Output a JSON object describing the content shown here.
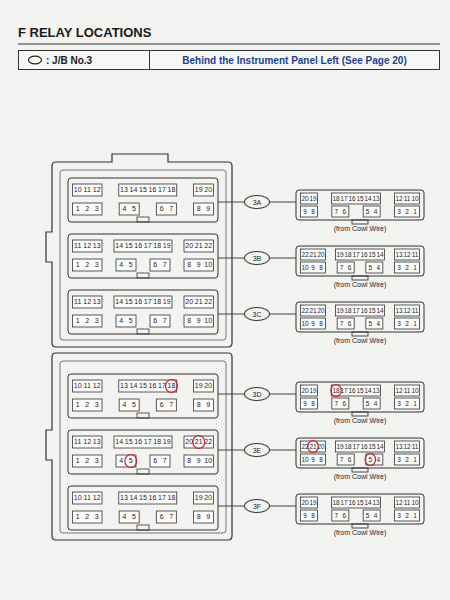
{
  "diagram": {
    "title": "F RELAY LOCATIONS",
    "nodes": [
      {
        "text": [
          ": J/B No.3",
          "Behind the Instrument Panel Left (See Page 20)"
        ]
      },
      {
        "text": [
          "3A"
        ]
      },
      {
        "text": [
          "3B"
        ]
      },
      {
        "text": [
          "3C"
        ]
      },
      {
        "text": [
          "3D"
        ]
      },
      {
        "text": [
          "3E"
        ]
      },
      {
        "text": [
          "3F"
        ]
      }
    ],
    "labels": [
      "10",
      "11",
      "12",
      "13",
      "14",
      "15",
      "16",
      "17",
      "18",
      "19",
      "20",
      "1",
      "2",
      "3",
      "4",
      "5",
      "6",
      "7",
      "8",
      "9",
      "20",
      "19",
      "18",
      "17",
      "16",
      "15",
      "14",
      "13",
      "12",
      "11",
      "10",
      "9",
      "8",
      "7",
      "6",
      "5",
      "4",
      "3",
      "2",
      "1",
      "(from Cowl Wire)",
      "11",
      "12",
      "13",
      "14",
      "15",
      "16",
      "17",
      "18",
      "19",
      "20",
      "21",
      "22",
      "1",
      "2",
      "3",
      "4",
      "5",
      "6",
      "7",
      "8",
      "9",
      "10",
      "22",
      "21",
      "20",
      "19",
      "18",
      "17",
      "16",
      "15",
      "14",
      "13",
      "12",
      "11",
      "10",
      "9",
      "8",
      "7",
      "6",
      "5",
      "4",
      "3",
      "2",
      "1",
      "(from Cowl Wire)",
      "11",
      "12",
      "13",
      "14",
      "15",
      "16",
      "17",
      "18",
      "19",
      "20",
      "21",
      "22",
      "1",
      "2",
      "3",
      "4",
      "5",
      "6",
      "7",
      "8",
      "9",
      "10",
      "22",
      "21",
      "20",
      "19",
      "18",
      "17",
      "16",
      "15",
      "14",
      "13",
      "12",
      "11",
      "10",
      "9",
      "8",
      "7",
      "6",
      "5",
      "4",
      "3",
      "2",
      "1",
      "(from Cowl Wire)",
      "10",
      "11",
      "12",
      "13",
      "14",
      "15",
      "16",
      "17",
      "18",
      "19",
      "20",
      "1",
      "2",
      "3",
      "4",
      "5",
      "6",
      "7",
      "8",
      "9",
      "20",
      "19",
      "18",
      "17",
      "16",
      "15",
      "14",
      "13",
      "12",
      "11",
      "10",
      "9",
      "8",
      "7",
      "6",
      "5",
      "4",
      "3",
      "2",
      "1",
      "(from Cowl Wire)",
      "11",
      "12",
      "13",
      "14",
      "15",
      "16",
      "17",
      "18",
      "19",
      "20",
      "21",
      "22",
      "1",
      "2",
      "3",
      "4",
      "5",
      "6",
      "7",
      "8",
      "9",
      "10",
      "22",
      "21",
      "20",
      "19",
      "18",
      "17",
      "16",
      "15",
      "14",
      "13",
      "12",
      "11",
      "10",
      "9",
      "8",
      "7",
      "6",
      "5",
      "4",
      "3",
      "2",
      "1",
      "(from Cowl Wire)",
      "10",
      "11",
      "12",
      "13",
      "14",
      "15",
      "16",
      "17",
      "18",
      "19",
      "20",
      "1",
      "2",
      "3",
      "4",
      "5",
      "6",
      "7",
      "8",
      "9",
      "20",
      "19",
      "18",
      "17",
      "16",
      "15",
      "14",
      "13",
      "12",
      "11",
      "10",
      "9",
      "8",
      "7",
      "6",
      "5",
      "4",
      "3",
      "2",
      "1",
      "(from Cowl Wire)"
    ]
  }
}
